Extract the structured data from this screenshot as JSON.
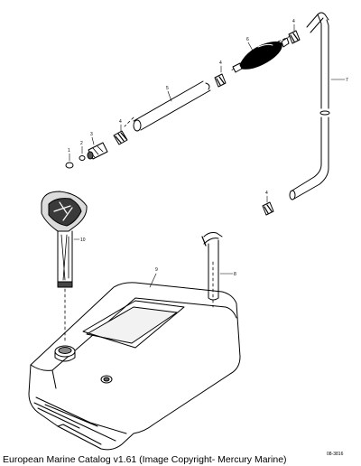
{
  "diagram": {
    "callouts": [
      "1",
      "2",
      "3",
      "4",
      "4",
      "4",
      "4",
      "5",
      "6",
      "7",
      "8",
      "9",
      "10"
    ],
    "drawing_number": "08-3816"
  },
  "caption": "European Marine Catalog v1.61 (Image Copyright- Mercury Marine)"
}
